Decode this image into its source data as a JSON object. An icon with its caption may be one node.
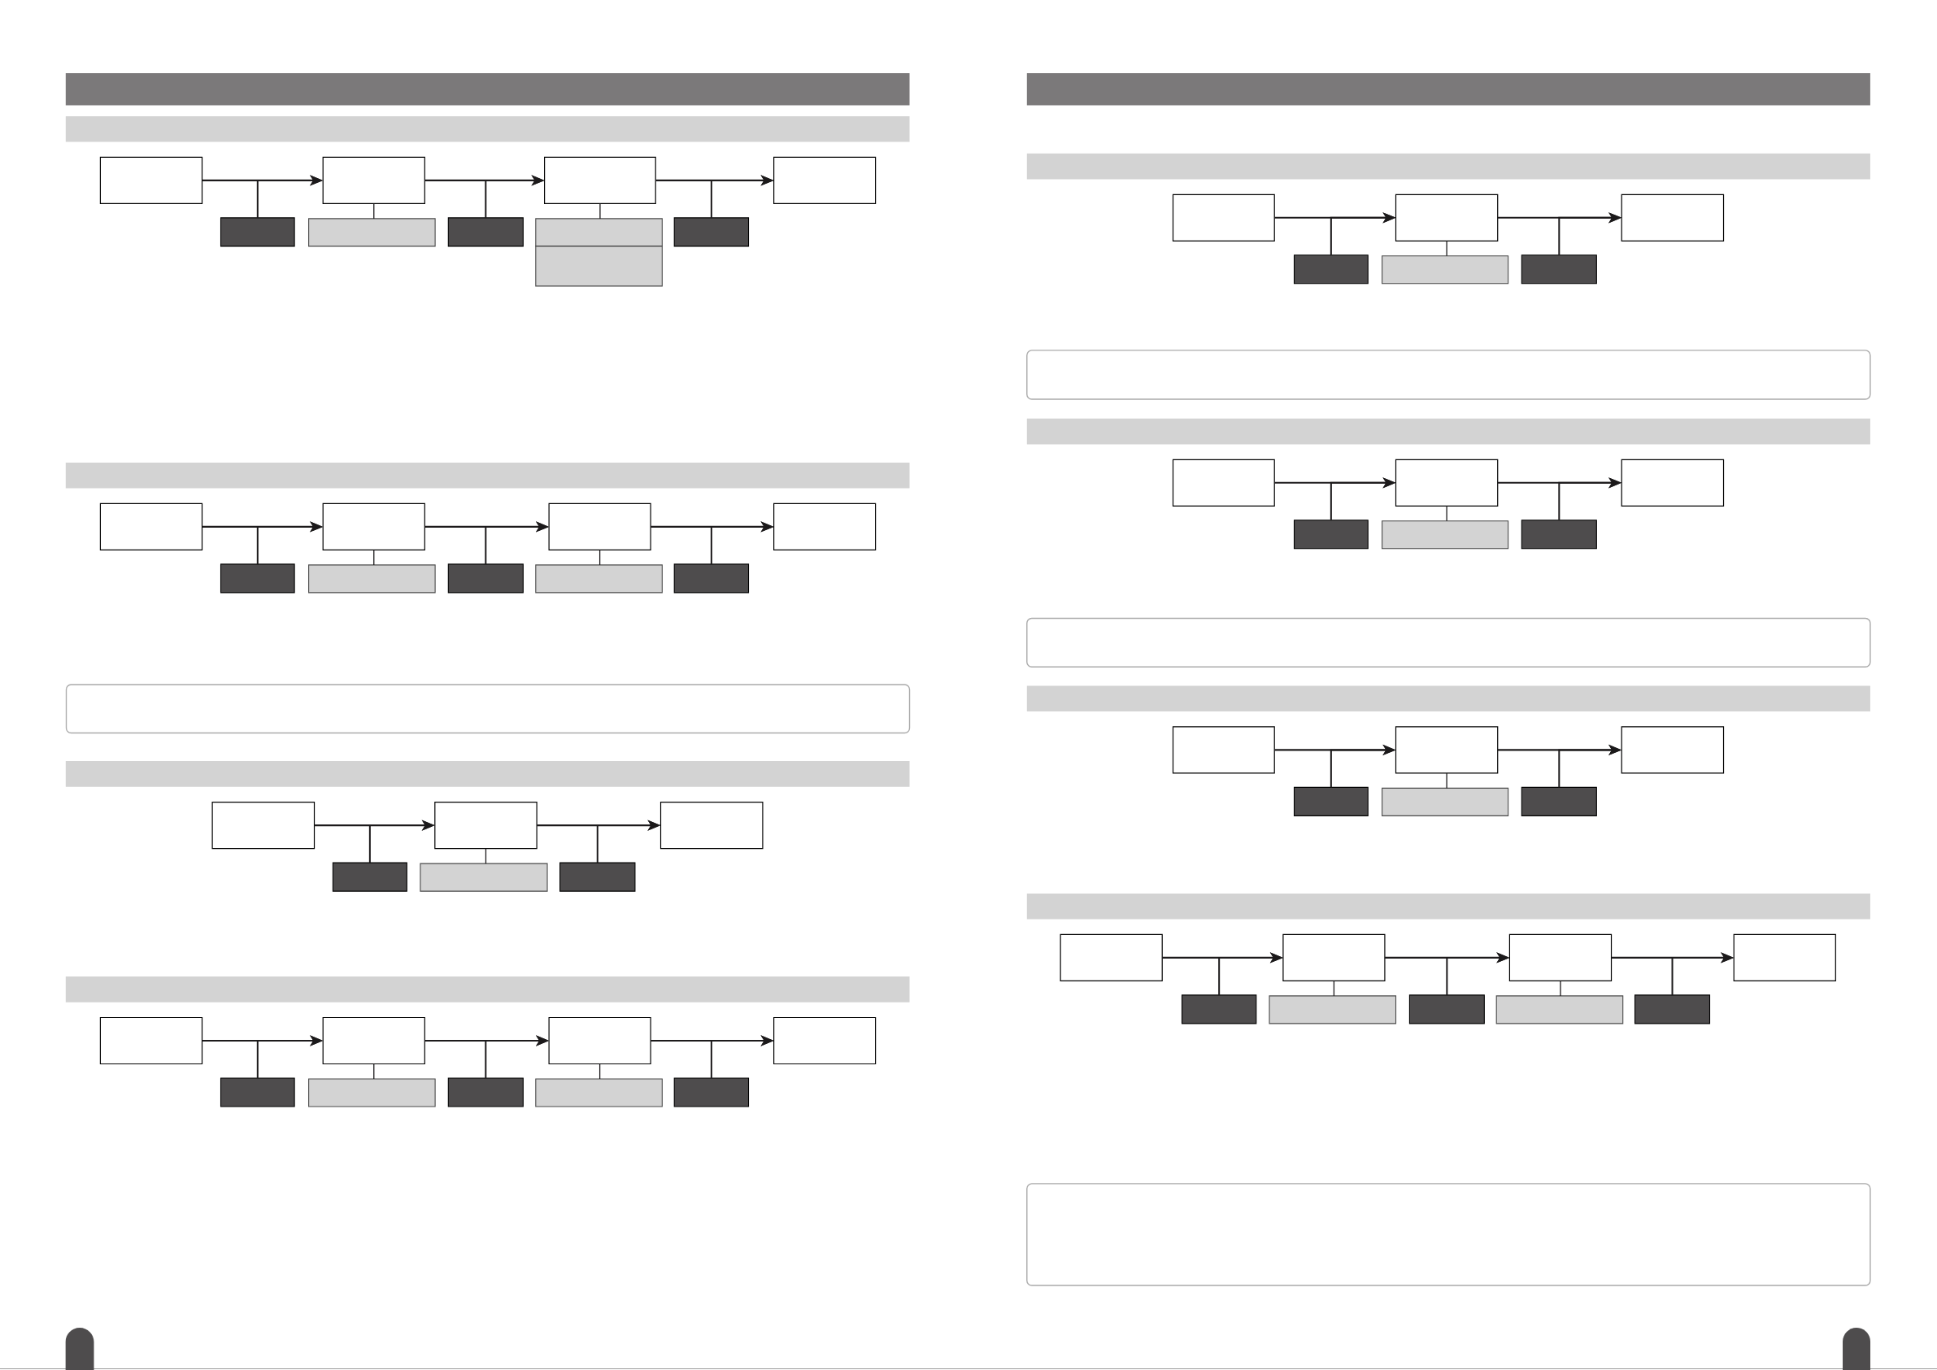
{
  "diagram": {
    "nodes": [
      {
        "text": [],
        "shape": "bar"
      },
      {
        "text": [],
        "shape": "bar"
      },
      {
        "text": [],
        "shape": "box"
      },
      {
        "text": [],
        "shape": "box"
      },
      {
        "text": [],
        "shape": "box"
      },
      {
        "text": [],
        "shape": "box"
      },
      {
        "text": [],
        "shape": "box"
      },
      {
        "text": [],
        "shape": "box"
      },
      {
        "text": [],
        "shape": "box"
      },
      {
        "text": [],
        "shape": "box"
      },
      {
        "text": [],
        "shape": "box"
      },
      {
        "text": [],
        "shape": "box"
      },
      {
        "text": [],
        "shape": "bar"
      },
      {
        "text": [],
        "shape": "box"
      },
      {
        "text": [],
        "shape": "box"
      },
      {
        "text": [],
        "shape": "box"
      },
      {
        "text": [],
        "shape": "box"
      },
      {
        "text": [],
        "shape": "box"
      },
      {
        "text": [],
        "shape": "box"
      },
      {
        "text": [],
        "shape": "box"
      },
      {
        "text": [],
        "shape": "box"
      },
      {
        "text": [],
        "shape": "box"
      },
      {
        "text": [],
        "shape": "box"
      },
      {
        "text": [],
        "shape": "bar"
      },
      {
        "text": [],
        "shape": "box"
      },
      {
        "text": [],
        "shape": "box"
      },
      {
        "text": [],
        "shape": "box"
      },
      {
        "text": [],
        "shape": "box"
      },
      {
        "text": [],
        "shape": "box"
      },
      {
        "text": [],
        "shape": "box"
      },
      {
        "text": [],
        "shape": "bar"
      },
      {
        "text": [],
        "shape": "box"
      },
      {
        "text": [],
        "shape": "box"
      },
      {
        "text": [],
        "shape": "box"
      },
      {
        "text": [],
        "shape": "box"
      },
      {
        "text": [],
        "shape": "box"
      },
      {
        "text": [],
        "shape": "box"
      },
      {
        "text": [],
        "shape": "box"
      },
      {
        "text": [],
        "shape": "box"
      },
      {
        "text": [],
        "shape": "box"
      },
      {
        "text": [],
        "shape": "bar"
      },
      {
        "text": [],
        "shape": "bar"
      },
      {
        "text": [],
        "shape": "box"
      },
      {
        "text": [],
        "shape": "box"
      },
      {
        "text": [],
        "shape": "box"
      },
      {
        "text": [],
        "shape": "box"
      },
      {
        "text": [],
        "shape": "box"
      },
      {
        "text": [],
        "shape": "box"
      },
      {
        "text": [],
        "shape": "box"
      },
      {
        "text": [],
        "shape": "bar"
      },
      {
        "text": [],
        "shape": "box"
      },
      {
        "text": [],
        "shape": "box"
      },
      {
        "text": [],
        "shape": "box"
      },
      {
        "text": [],
        "shape": "box"
      },
      {
        "text": [],
        "shape": "box"
      },
      {
        "text": [],
        "shape": "box"
      },
      {
        "text": [],
        "shape": "box"
      },
      {
        "text": [],
        "shape": "bar"
      },
      {
        "text": [],
        "shape": "box"
      },
      {
        "text": [],
        "shape": "box"
      },
      {
        "text": [],
        "shape": "box"
      },
      {
        "text": [],
        "shape": "box"
      },
      {
        "text": [],
        "shape": "box"
      },
      {
        "text": [],
        "shape": "box"
      },
      {
        "text": [],
        "shape": "bar"
      },
      {
        "text": [],
        "shape": "box"
      },
      {
        "text": [],
        "shape": "box"
      },
      {
        "text": [],
        "shape": "box"
      },
      {
        "text": [],
        "shape": "box"
      },
      {
        "text": [],
        "shape": "box"
      },
      {
        "text": [],
        "shape": "box"
      },
      {
        "text": [],
        "shape": "box"
      },
      {
        "text": [],
        "shape": "box"
      },
      {
        "text": [],
        "shape": "box"
      },
      {
        "text": [],
        "shape": "box"
      }
    ],
    "edges": [
      {
        "from": 2,
        "to": 3,
        "arrow": "to"
      },
      {
        "from": 6,
        "to": 3,
        "arrow": "to"
      },
      {
        "from": 3,
        "to": 7,
        "arrow": "none"
      },
      {
        "from": 3,
        "to": 4,
        "arrow": "to"
      },
      {
        "from": 8,
        "to": 4,
        "arrow": "to"
      },
      {
        "from": 4,
        "to": 9,
        "arrow": "none"
      },
      {
        "from": 4,
        "to": 5,
        "arrow": "to"
      },
      {
        "from": 10,
        "to": 5,
        "arrow": "to"
      },
      {
        "from": 13,
        "to": 14,
        "arrow": "to"
      },
      {
        "from": 17,
        "to": 14,
        "arrow": "to"
      },
      {
        "from": 14,
        "to": 18,
        "arrow": "none"
      },
      {
        "from": 14,
        "to": 15,
        "arrow": "to"
      },
      {
        "from": 19,
        "to": 15,
        "arrow": "to"
      },
      {
        "from": 15,
        "to": 20,
        "arrow": "none"
      },
      {
        "from": 15,
        "to": 16,
        "arrow": "to"
      },
      {
        "from": 21,
        "to": 16,
        "arrow": "to"
      },
      {
        "from": 24,
        "to": 25,
        "arrow": "to"
      },
      {
        "from": 27,
        "to": 25,
        "arrow": "to"
      },
      {
        "from": 25,
        "to": 28,
        "arrow": "none"
      },
      {
        "from": 25,
        "to": 26,
        "arrow": "to"
      },
      {
        "from": 29,
        "to": 26,
        "arrow": "to"
      },
      {
        "from": 31,
        "to": 32,
        "arrow": "to"
      },
      {
        "from": 35,
        "to": 32,
        "arrow": "to"
      },
      {
        "from": 32,
        "to": 36,
        "arrow": "none"
      },
      {
        "from": 32,
        "to": 33,
        "arrow": "to"
      },
      {
        "from": 37,
        "to": 33,
        "arrow": "to"
      },
      {
        "from": 33,
        "to": 38,
        "arrow": "none"
      },
      {
        "from": 33,
        "to": 34,
        "arrow": "to"
      },
      {
        "from": 39,
        "to": 34,
        "arrow": "to"
      },
      {
        "from": 42,
        "to": 43,
        "arrow": "to"
      },
      {
        "from": 45,
        "to": 43,
        "arrow": "to"
      },
      {
        "from": 43,
        "to": 46,
        "arrow": "none"
      },
      {
        "from": 43,
        "to": 44,
        "arrow": "to"
      },
      {
        "from": 47,
        "to": 44,
        "arrow": "to"
      },
      {
        "from": 50,
        "to": 51,
        "arrow": "to"
      },
      {
        "from": 53,
        "to": 51,
        "arrow": "to"
      },
      {
        "from": 51,
        "to": 54,
        "arrow": "none"
      },
      {
        "from": 51,
        "to": 52,
        "arrow": "to"
      },
      {
        "from": 55,
        "to": 52,
        "arrow": "to"
      },
      {
        "from": 58,
        "to": 59,
        "arrow": "to"
      },
      {
        "from": 61,
        "to": 59,
        "arrow": "to"
      },
      {
        "from": 59,
        "to": 62,
        "arrow": "none"
      },
      {
        "from": 59,
        "to": 60,
        "arrow": "to"
      },
      {
        "from": 63,
        "to": 60,
        "arrow": "to"
      },
      {
        "from": 65,
        "to": 66,
        "arrow": "to"
      },
      {
        "from": 69,
        "to": 66,
        "arrow": "to"
      },
      {
        "from": 66,
        "to": 70,
        "arrow": "none"
      },
      {
        "from": 66,
        "to": 67,
        "arrow": "to"
      },
      {
        "from": 71,
        "to": 67,
        "arrow": "to"
      },
      {
        "from": 67,
        "to": 72,
        "arrow": "none"
      },
      {
        "from": 67,
        "to": 68,
        "arrow": "to"
      },
      {
        "from": 73,
        "to": 68,
        "arrow": "to"
      }
    ]
  }
}
